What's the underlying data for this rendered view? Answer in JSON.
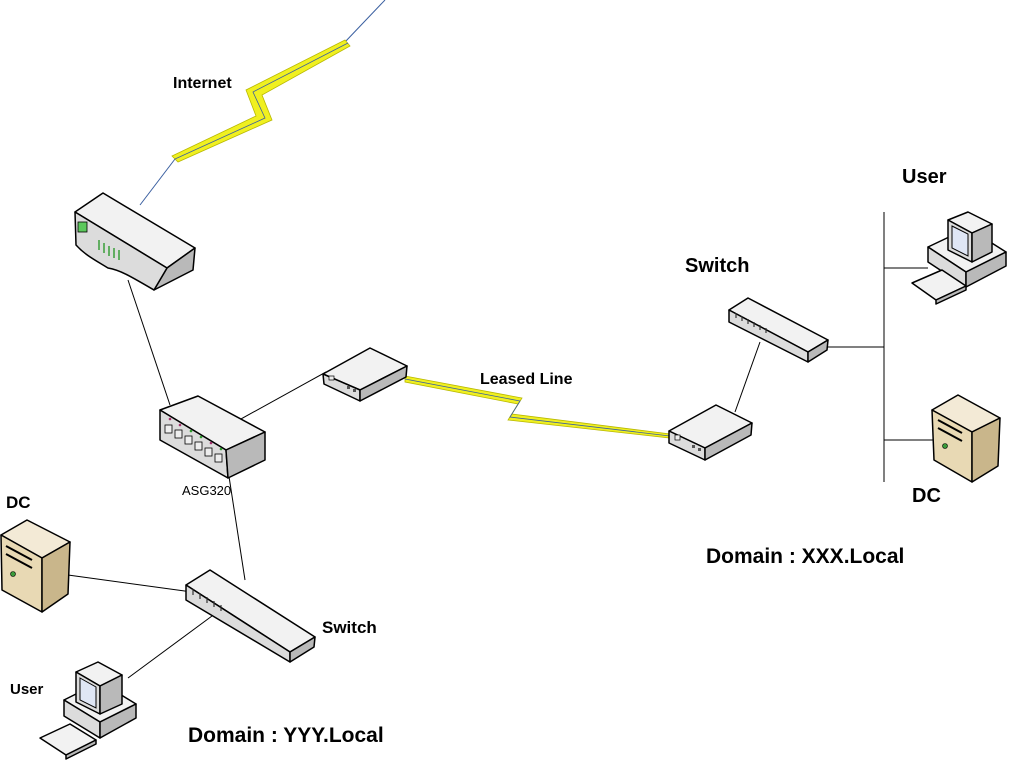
{
  "labels": {
    "internet": "Internet",
    "leased_line": "Leased Line",
    "firewall": "ASG320",
    "right_switch": "Switch",
    "right_user": "User",
    "right_dc": "DC",
    "right_domain": "Domain : XXX.Local",
    "left_dc": "DC",
    "left_switch": "Switch",
    "left_user": "User",
    "left_domain": "Domain : YYY.Local"
  },
  "colors": {
    "wan_link": "#f0f020",
    "wan_link_core": "#3a5fa0",
    "server": "#e8d9b4",
    "device": "#dcdcdc"
  }
}
